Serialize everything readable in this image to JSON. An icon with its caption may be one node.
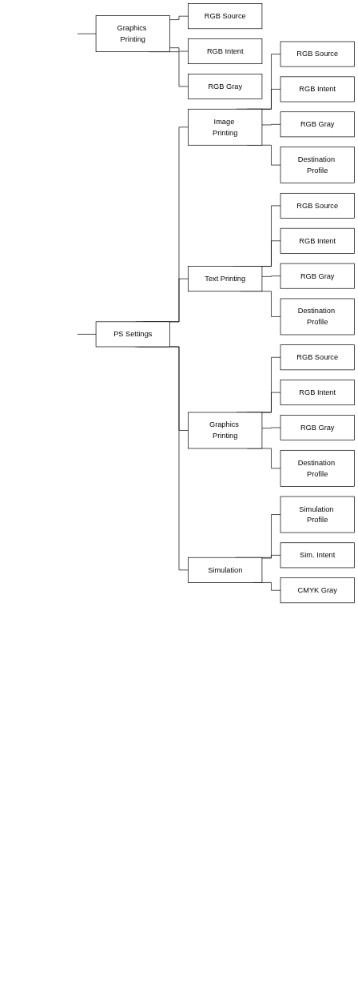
{
  "diagram": {
    "nodes": [
      {
        "text": [
          "Graphics Printing"
        ]
      },
      {
        "text": [
          "RGB Source"
        ]
      },
      {
        "text": [
          "RGB Intent"
        ]
      },
      {
        "text": [
          "RGB Gray"
        ]
      },
      {
        "text": [
          "PS Settings"
        ]
      },
      {
        "text": [
          "Image Printing"
        ]
      },
      {
        "text": [
          "RGB Source"
        ]
      },
      {
        "text": [
          "RGB Intent"
        ]
      },
      {
        "text": [
          "RGB Gray"
        ]
      },
      {
        "text": [
          "Destination Profile"
        ]
      },
      {
        "text": [
          "Text Printing"
        ]
      },
      {
        "text": [
          "RGB Source"
        ]
      },
      {
        "text": [
          "RGB Intent"
        ]
      },
      {
        "text": [
          "RGB Gray"
        ]
      },
      {
        "text": [
          "Destination Profile"
        ]
      },
      {
        "text": [
          "Graphics Printing"
        ]
      },
      {
        "text": [
          "RGB Source"
        ]
      },
      {
        "text": [
          "RGB Intent"
        ]
      },
      {
        "text": [
          "RGB Gray"
        ]
      },
      {
        "text": [
          "Destination Profile"
        ]
      },
      {
        "text": [
          "Simulation"
        ]
      },
      {
        "text": [
          "Simulation Profile"
        ]
      },
      {
        "text": [
          "Sim. Intent"
        ]
      },
      {
        "text": [
          "CMYK Gray"
        ]
      }
    ],
    "edges": [
      {
        "from": null,
        "to": 0,
        "arrow": "none"
      },
      {
        "from": 0,
        "to": 1,
        "arrow": "none"
      },
      {
        "from": 0,
        "to": 2,
        "arrow": "none"
      },
      {
        "from": 0,
        "to": 3,
        "arrow": "none"
      },
      {
        "from": null,
        "to": 4,
        "arrow": "none"
      },
      {
        "from": 4,
        "to": 5,
        "arrow": "none"
      },
      {
        "from": 5,
        "to": 6,
        "arrow": "none"
      },
      {
        "from": 5,
        "to": 7,
        "arrow": "none"
      },
      {
        "from": 5,
        "to": 8,
        "arrow": "none"
      },
      {
        "from": 5,
        "to": 9,
        "arrow": "none"
      },
      {
        "from": 4,
        "to": 10,
        "arrow": "none"
      },
      {
        "from": 10,
        "to": 11,
        "arrow": "none"
      },
      {
        "from": 10,
        "to": 12,
        "arrow": "none"
      },
      {
        "from": 10,
        "to": 13,
        "arrow": "none"
      },
      {
        "from": 10,
        "to": 14,
        "arrow": "none"
      },
      {
        "from": 4,
        "to": 15,
        "arrow": "none"
      },
      {
        "from": 15,
        "to": 16,
        "arrow": "none"
      },
      {
        "from": 15,
        "to": 17,
        "arrow": "none"
      },
      {
        "from": 15,
        "to": 18,
        "arrow": "none"
      },
      {
        "from": 15,
        "to": 19,
        "arrow": "none"
      },
      {
        "from": 4,
        "to": 20,
        "arrow": "none"
      },
      {
        "from": 20,
        "to": 21,
        "arrow": "none"
      },
      {
        "from": 20,
        "to": 22,
        "arrow": "none"
      },
      {
        "from": 20,
        "to": 23,
        "arrow": "none"
      }
    ]
  }
}
